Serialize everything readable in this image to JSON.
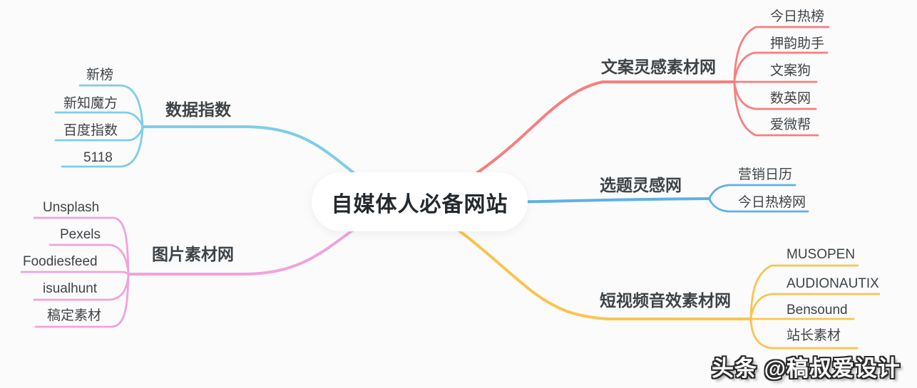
{
  "center": {
    "title": "自媒体人必备网站"
  },
  "branches": [
    {
      "label": "数据指数",
      "color": "#7ecde8",
      "children": [
        "新榜",
        "新知魔方",
        "百度指数",
        "5118"
      ]
    },
    {
      "label": "文案灵感素材网",
      "color": "#f97e7e",
      "children": [
        "今日热榜",
        "押韵助手",
        "文案狗",
        "数英网",
        "爱微帮"
      ]
    },
    {
      "label": "选题灵感网",
      "color": "#5fb0e6",
      "children": [
        "营销日历",
        "今日热榜网"
      ]
    },
    {
      "label": "短视频音效素材网",
      "color": "#fbc34f",
      "children": [
        "MUSOPEN",
        "AUDIONAUTIX",
        "Bensound",
        "站长素材"
      ]
    },
    {
      "label": "图片素材网",
      "color": "#f0a3dc",
      "children": [
        "Unsplash",
        "Pexels",
        "Foodiesfeed",
        "isualhunt",
        "稿定素材"
      ]
    }
  ],
  "watermark": {
    "text": "头条 @稿叔爱设计"
  },
  "colors": {
    "background": "#fbfbfb",
    "node_text": "#3e4347",
    "center_text": "#24292d",
    "center_fill": "#ffffff"
  }
}
